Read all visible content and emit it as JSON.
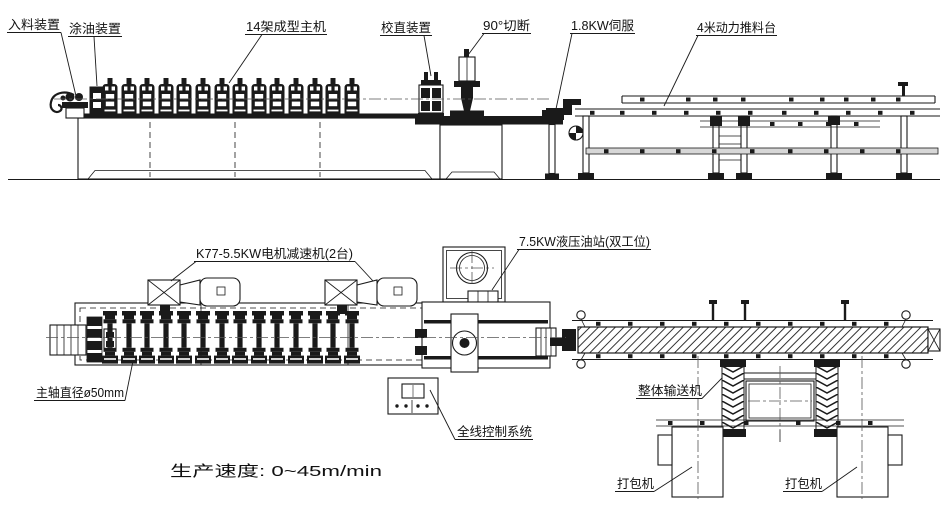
{
  "drawing": {
    "background": "#ffffff",
    "line_color": "#1a1a1a",
    "elevation_labels": {
      "feeder": "入料装置",
      "oiler": "涂油装置",
      "forming_machine": "14架成型主机",
      "straightener": "校直装置",
      "cutoff": "90°切断",
      "servo": "1.8KW伺服",
      "push_table": "4米动力推料台"
    },
    "plan_labels": {
      "gear_motor": "K77-5.5KW电机减速机(2台)",
      "hydraulic_station": "7.5KW液压油站(双工位)",
      "main_shaft": "主轴直径ø50mm",
      "control_system": "全线控制系统",
      "conveyor": "整体输送机",
      "packer_left": "打包机",
      "packer_right": "打包机"
    },
    "notes": {
      "production_speed": "生产速度: 0~45m/min"
    }
  }
}
